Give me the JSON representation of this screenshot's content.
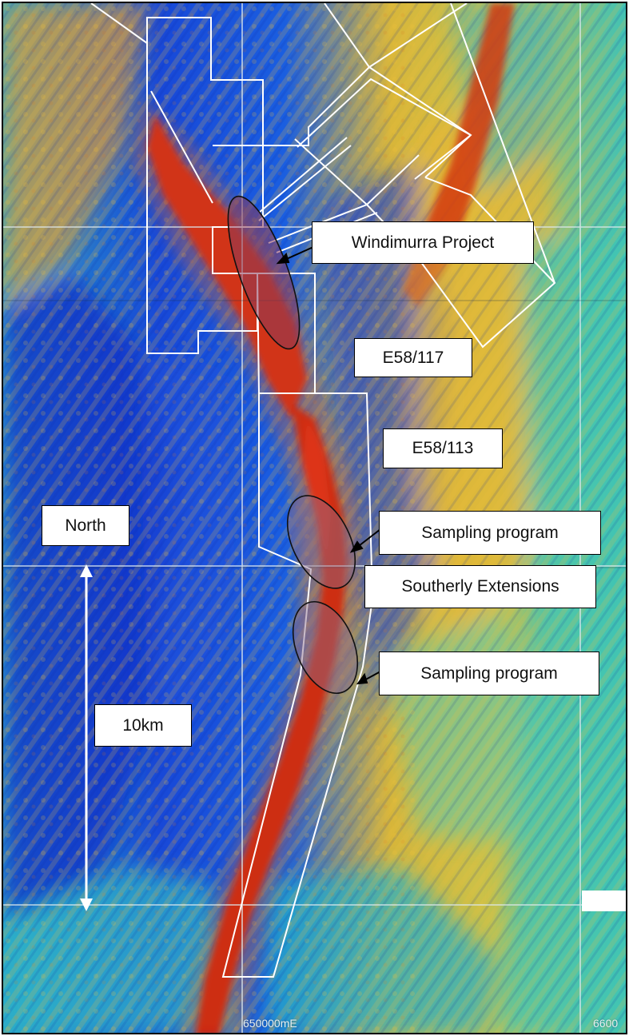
{
  "labels": {
    "windimurra": "Windimurra Project",
    "e58_117": "E58/117",
    "e58_113": "E58/113",
    "sampling_1": "Sampling program",
    "sampling_2": "Sampling program",
    "north": "North",
    "scale": "10km",
    "southerly": "Southerly Extensions"
  },
  "coords": {
    "easting_650": "650000mE",
    "easting_660": "6600"
  },
  "colors": {
    "low_magnetic": "#0a2fc8",
    "mid_magnetic": "#2cc0c0",
    "high_magnetic": "#c01010",
    "tenement_outline": "#ffffff",
    "grid_line": "#e0ecf0",
    "scale_arrow": "#ffffff"
  }
}
